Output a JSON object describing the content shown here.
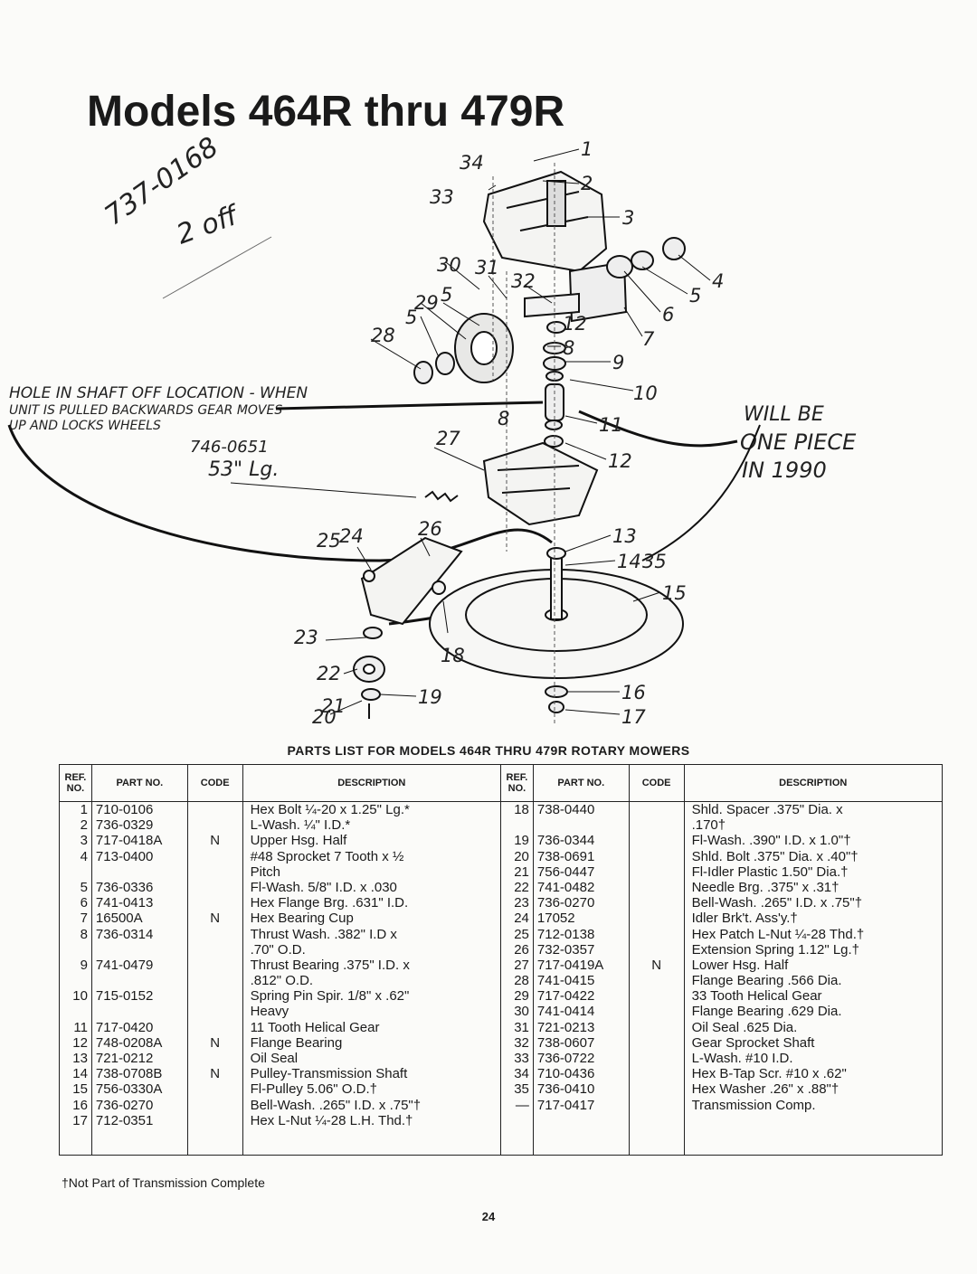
{
  "title": "Models 464R thru 479R",
  "handwriting": {
    "part_note_1": "737-0168",
    "part_note_2": "2 off",
    "hole_note_line1": "HOLE IN SHAFT OFF LOCATION - WHEN",
    "hole_note_line2": "UNIT IS PULLED BACKWARDS GEAR MOVES",
    "hole_note_line3": "UP AND LOCKS WHEELS",
    "cable_part": "746-0651",
    "cable_length": "53\" Lg.",
    "piece_note_line1": "WILL BE",
    "piece_note_line2": "ONE PIECE",
    "piece_note_line3": "IN 1990"
  },
  "callouts": [
    "1",
    "2",
    "3",
    "4",
    "5",
    "6",
    "7",
    "8",
    "9",
    "10",
    "11",
    "12",
    "12",
    "13",
    "14",
    "15",
    "16",
    "17",
    "18",
    "19",
    "20",
    "21",
    "22",
    "23",
    "24",
    "25",
    "26",
    "27",
    "28",
    "29",
    "5",
    "5",
    "30",
    "31",
    "32",
    "33",
    "34",
    "35",
    "8"
  ],
  "parts_caption": "PARTS LIST FOR MODELS 464R THRU 479R ROTARY MOWERS",
  "table_headers": {
    "ref_no": "REF. NO.",
    "part_no": "PART NO.",
    "code": "CODE",
    "description": "DESCRIPTION"
  },
  "parts_left": [
    {
      "ref": "1",
      "part": "710-0106",
      "code": "",
      "desc": "Hex Bolt ¼-20 x 1.25\" Lg.*"
    },
    {
      "ref": "2",
      "part": "736-0329",
      "code": "",
      "desc": "L-Wash. ¼\" I.D.*"
    },
    {
      "ref": "3",
      "part": "717-0418A",
      "code": "N",
      "desc": "Upper Hsg. Half"
    },
    {
      "ref": "4",
      "part": "713-0400",
      "code": "",
      "desc": "#48 Sprocket 7 Tooth x ½"
    },
    {
      "ref": "",
      "part": "",
      "code": "",
      "desc": "Pitch"
    },
    {
      "ref": "5",
      "part": "736-0336",
      "code": "",
      "desc": "Fl-Wash. 5/8\" I.D. x .030"
    },
    {
      "ref": "6",
      "part": "741-0413",
      "code": "",
      "desc": "Hex Flange Brg. .631\" I.D."
    },
    {
      "ref": "7",
      "part": "16500A",
      "code": "N",
      "desc": "Hex Bearing Cup"
    },
    {
      "ref": "8",
      "part": "736-0314",
      "code": "",
      "desc": "Thrust Wash. .382\" I.D x"
    },
    {
      "ref": "",
      "part": "",
      "code": "",
      "desc": ".70\" O.D."
    },
    {
      "ref": "9",
      "part": "741-0479",
      "code": "",
      "desc": "Thrust Bearing .375\" I.D. x"
    },
    {
      "ref": "",
      "part": "",
      "code": "",
      "desc": ".812\" O.D."
    },
    {
      "ref": "10",
      "part": "715-0152",
      "code": "",
      "desc": "Spring Pin Spir. 1/8\" x .62\""
    },
    {
      "ref": "",
      "part": "",
      "code": "",
      "desc": "Heavy"
    },
    {
      "ref": "11",
      "part": "717-0420",
      "code": "",
      "desc": "11 Tooth Helical Gear"
    },
    {
      "ref": "12",
      "part": "748-0208A",
      "code": "N",
      "desc": "Flange Bearing"
    },
    {
      "ref": "13",
      "part": "721-0212",
      "code": "",
      "desc": "Oil Seal"
    },
    {
      "ref": "14",
      "part": "738-0708B",
      "code": "N",
      "desc": "Pulley-Transmission Shaft"
    },
    {
      "ref": "15",
      "part": "756-0330A",
      "code": "",
      "desc": "Fl-Pulley 5.06\" O.D.†"
    },
    {
      "ref": "16",
      "part": "736-0270",
      "code": "",
      "desc": "Bell-Wash. .265\" I.D. x .75\"†"
    },
    {
      "ref": "17",
      "part": "712-0351",
      "code": "",
      "desc": "Hex L-Nut ¼-28 L.H. Thd.†"
    }
  ],
  "parts_right": [
    {
      "ref": "18",
      "part": "738-0440",
      "code": "",
      "desc": "Shld. Spacer .375\" Dia. x"
    },
    {
      "ref": "",
      "part": "",
      "code": "",
      "desc": ".170†"
    },
    {
      "ref": "19",
      "part": "736-0344",
      "code": "",
      "desc": "Fl-Wash. .390\" I.D. x 1.0\"†"
    },
    {
      "ref": "20",
      "part": "738-0691",
      "code": "",
      "desc": "Shld. Bolt .375\" Dia. x .40\"†"
    },
    {
      "ref": "21",
      "part": "756-0447",
      "code": "",
      "desc": "Fl-Idler Plastic 1.50\" Dia.†"
    },
    {
      "ref": "22",
      "part": "741-0482",
      "code": "",
      "desc": "Needle Brg. .375\" x .31†"
    },
    {
      "ref": "23",
      "part": "736-0270",
      "code": "",
      "desc": "Bell-Wash. .265\" I.D. x .75\"†"
    },
    {
      "ref": "24",
      "part": "17052",
      "code": "",
      "desc": "Idler Brk't. Ass'y.†"
    },
    {
      "ref": "25",
      "part": "712-0138",
      "code": "",
      "desc": "Hex Patch L-Nut ¼-28 Thd.†"
    },
    {
      "ref": "26",
      "part": "732-0357",
      "code": "",
      "desc": "Extension Spring 1.12\" Lg.†"
    },
    {
      "ref": "27",
      "part": "717-0419A",
      "code": "N",
      "desc": "Lower Hsg. Half"
    },
    {
      "ref": "28",
      "part": "741-0415",
      "code": "",
      "desc": "Flange Bearing .566 Dia."
    },
    {
      "ref": "29",
      "part": "717-0422",
      "code": "",
      "desc": "33 Tooth Helical Gear"
    },
    {
      "ref": "30",
      "part": "741-0414",
      "code": "",
      "desc": "Flange Bearing .629 Dia."
    },
    {
      "ref": "31",
      "part": "721-0213",
      "code": "",
      "desc": "Oil Seal .625 Dia."
    },
    {
      "ref": "32",
      "part": "738-0607",
      "code": "",
      "desc": "Gear Sprocket Shaft"
    },
    {
      "ref": "33",
      "part": "736-0722",
      "code": "",
      "desc": "L-Wash. #10 I.D."
    },
    {
      "ref": "34",
      "part": "710-0436",
      "code": "",
      "desc": "Hex B-Tap Scr. #10 x .62\""
    },
    {
      "ref": "35",
      "part": "736-0410",
      "code": "",
      "desc": "Hex Washer .26\" x .88\"†"
    },
    {
      "ref": "—",
      "part": "717-0417",
      "code": "",
      "desc": "Transmission Comp."
    }
  ],
  "footnote": "†Not Part of Transmission Complete",
  "page_number": "24"
}
